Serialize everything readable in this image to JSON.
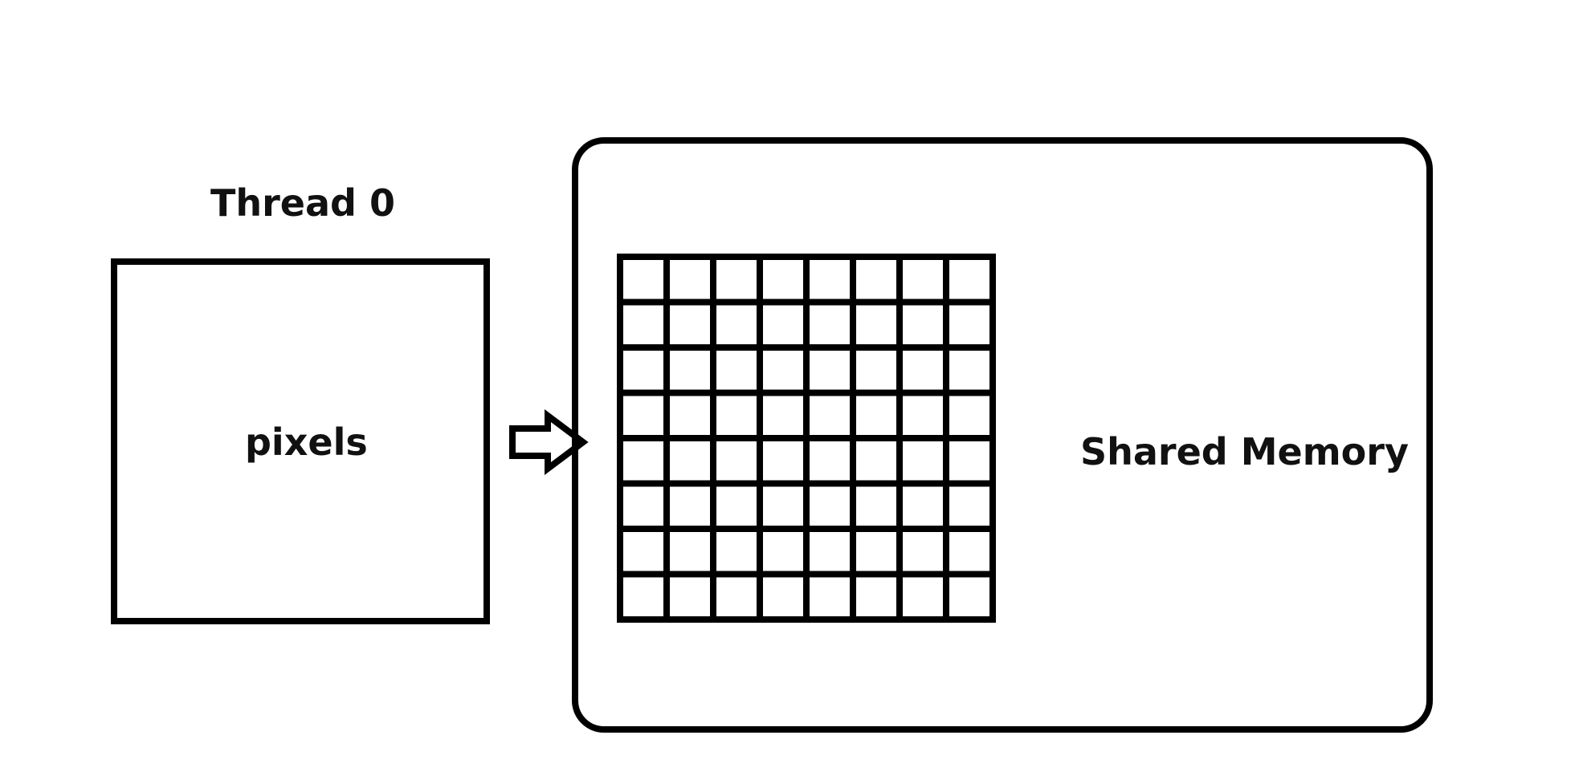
{
  "thread": {
    "title": "Thread 0",
    "box_label": "pixels"
  },
  "shared_memory": {
    "label": "Shared Memory",
    "grid": {
      "rows": 8,
      "cols": 8
    }
  },
  "colors": {
    "stroke": "#000000",
    "background": "#ffffff",
    "text": "#111111"
  },
  "icons": {
    "transfer_arrow": "right-arrow-icon"
  }
}
